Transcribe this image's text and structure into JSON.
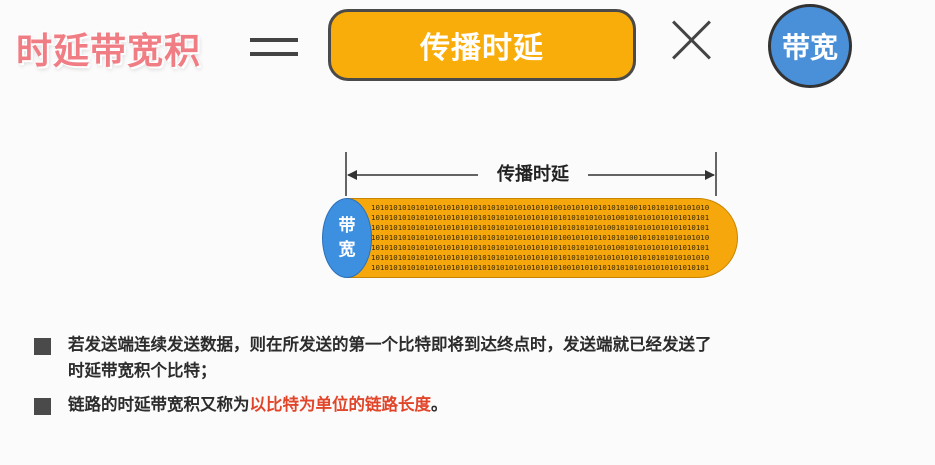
{
  "formula": {
    "left": "时延带宽积",
    "middle_box": "传播时延",
    "circle": "带宽"
  },
  "diagram": {
    "dimension_label": "传播时延",
    "cap_label_top": "带",
    "cap_label_bottom": "宽",
    "bit_rows": [
      "1010101010101010101010101010101010101010100101010101010101001010101010101010",
      "1010101010101010101010101010101010101010101010101010101001010101010101010101",
      "1010101010101010101010101010101010101010101010101010100101010101010101010101",
      "1010101010101010101010101010101010101010101001010101010101001010101010101010",
      "1010101010101010101010101010101010101010101010101010101001010101010101010101",
      "1010101010101010101010101010101010101010101010101010101010101010101010101010",
      "1010101010101010101010101010101010101010101001010101010101010101010101010101"
    ]
  },
  "bullets": {
    "item1_line1": "若发送端连续发送数据，则在所发送的第一个比特即将到达终点时，发送端就已经发送了",
    "item1_line2": "时延带宽积个比特；",
    "item2_prefix": "链路的时延带宽积又称为",
    "item2_highlight": "以比特为单位的链路长度",
    "item2_suffix": "。"
  },
  "colors": {
    "title_pink": "#f07d84",
    "orange": "#f9ad0a",
    "blue": "#4a90d9",
    "highlight_red": "#e1462a"
  }
}
